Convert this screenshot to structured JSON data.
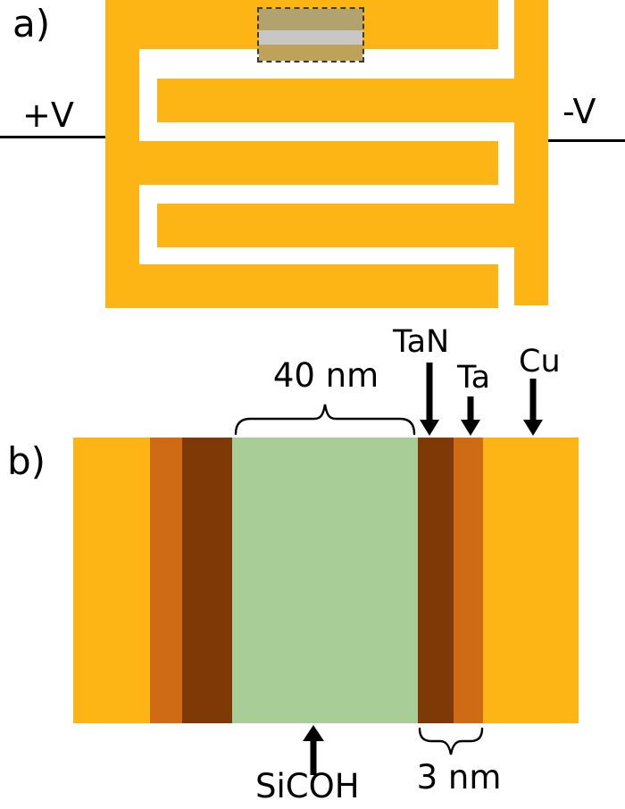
{
  "figure": {
    "panel_a": {
      "label": "a)",
      "left_terminal": "+V",
      "right_terminal": "-V",
      "description": "interdigitated-comb-electrodes"
    },
    "panel_b": {
      "label": "b)",
      "width_annotation": "40 nm",
      "thickness_annotation": "3 nm",
      "layer_labels": {
        "tan": "TaN",
        "ta": "Ta",
        "cu": "Cu",
        "sicoh": "SiCOH"
      },
      "layers": [
        {
          "material": "Cu",
          "color": "#FCB514"
        },
        {
          "material": "Ta",
          "color": "#CE6B14"
        },
        {
          "material": "TaN",
          "color": "#7E3906"
        },
        {
          "material": "SiCOH",
          "color": "#A8CD96"
        },
        {
          "material": "TaN",
          "color": "#7E3906"
        },
        {
          "material": "Ta",
          "color": "#CE6B14"
        },
        {
          "material": "Cu",
          "color": "#FCB514"
        }
      ]
    },
    "colors": {
      "electrode_gold": "#FCB514",
      "ta_orange": "#CE6B14",
      "tan_brown": "#7E3906",
      "sicoh_green": "#A8CD96",
      "sample_tan_top": "#B1A26E",
      "sample_gray": "#C8C7C5",
      "sample_tan_bottom": "#BDA258"
    }
  }
}
